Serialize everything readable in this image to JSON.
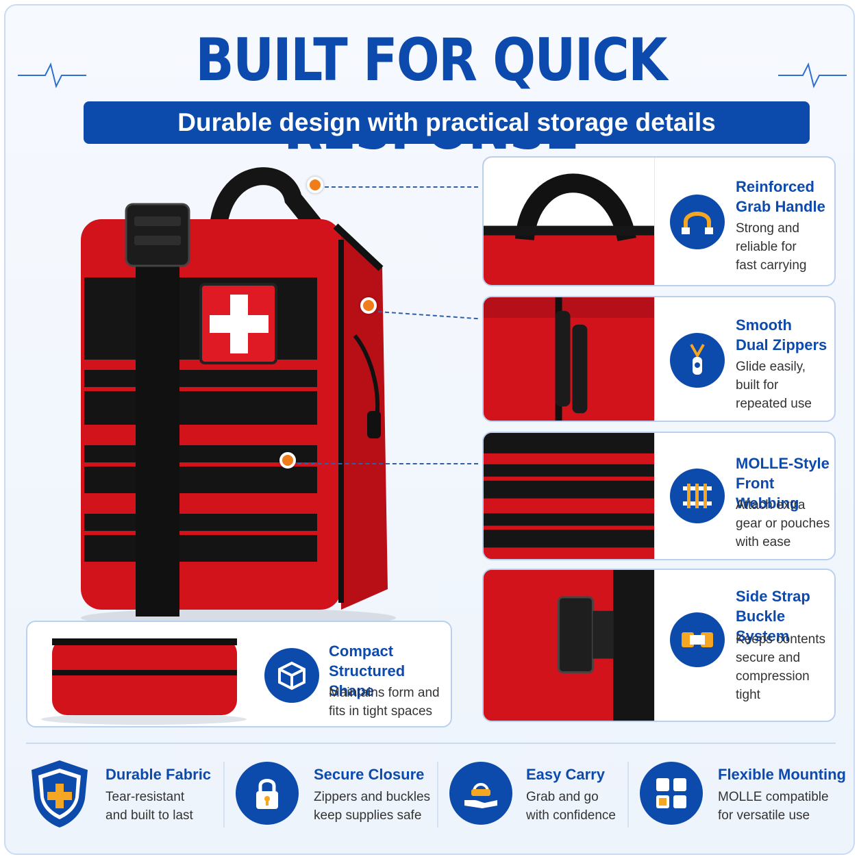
{
  "header": {
    "title": "BUILT FOR QUICK RESPONSE",
    "subtitle": "Durable design with practical storage details"
  },
  "features": [
    {
      "title_line1": "Reinforced",
      "title_line2": "Grab Handle",
      "desc_line1": "Strong and",
      "desc_line2": "reliable for",
      "desc_line3": "fast carrying",
      "icon": "handle-icon"
    },
    {
      "title_line1": "Smooth",
      "title_line2": "Dual Zippers",
      "desc_line1": "Glide easily,",
      "desc_line2": "built for",
      "desc_line3": "repeated use",
      "icon": "zipper-icon"
    },
    {
      "title_line1": "MOLLE-Style",
      "title_line2": "Front Webbing",
      "desc_line1": "Attach extra",
      "desc_line2": "gear or pouches",
      "desc_line3": "with ease",
      "icon": "webbing-icon"
    },
    {
      "title_line1": "Side Strap",
      "title_line2": "Buckle System",
      "desc_line1": "Keeps contents",
      "desc_line2": "secure and",
      "desc_line3": "compression tight",
      "icon": "buckle-icon"
    }
  ],
  "compact": {
    "title_line1": "Compact",
    "title_line2": "Structured Shape",
    "desc_line1": "Maintains form and",
    "desc_line2": "fits in tight spaces",
    "icon": "cube-icon"
  },
  "bottom": [
    {
      "title": "Durable Fabric",
      "desc_line1": "Tear-resistant",
      "desc_line2": "and built to last",
      "icon": "shield-plus-icon"
    },
    {
      "title": "Secure Closure",
      "desc_line1": "Zippers and buckles",
      "desc_line2": "keep supplies safe",
      "icon": "lock-icon"
    },
    {
      "title": "Easy Carry",
      "desc_line1": "Grab and go",
      "desc_line2": "with confidence",
      "icon": "hand-carry-icon"
    },
    {
      "title": "Flexible Mounting",
      "desc_line1": "MOLLE compatible",
      "desc_line2": "for versatile use",
      "icon": "grid-mount-icon"
    }
  ],
  "colors": {
    "brand_blue": "#0c4aab",
    "accent_orange": "#f07c1a",
    "bag_red": "#d3131b",
    "webbing_black": "#141414"
  }
}
